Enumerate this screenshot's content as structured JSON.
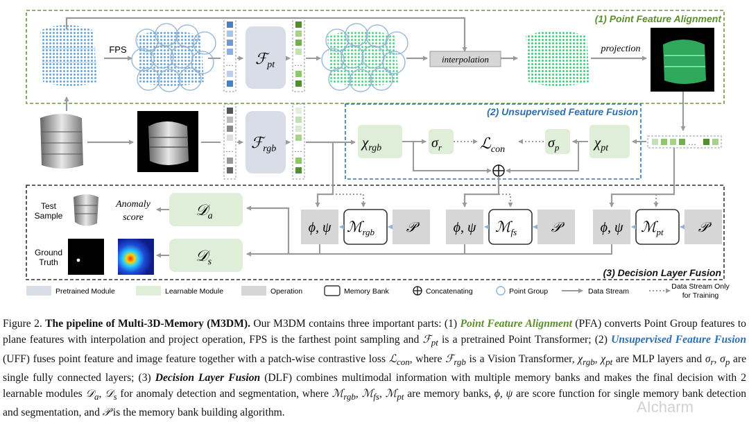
{
  "colors": {
    "pretrained": "#d9dde8",
    "learnable": "#dfeed8",
    "operation": "#d6d6d6",
    "pfa_border": "#6a9a3f",
    "uff_border": "#2e74b5",
    "dlf_border": "#333333",
    "point_blue": "#6fa8dc",
    "point_green": "#3ecf7a"
  },
  "pfa": {
    "title": "(1)  Point Feature Alignment",
    "fps_label": "FPS",
    "fpt": "ℱ",
    "fpt_sub": "pt",
    "interpolation": "interpolation",
    "projection": "projection"
  },
  "uff": {
    "title": "(2) Unsupervised Feature Fusion",
    "frgb": "ℱ",
    "frgb_sub": "rgb",
    "chi_rgb": "χ",
    "chi_rgb_sub": "rgb",
    "sigma_r": "σ",
    "sigma_r_sub": "r",
    "l_con": "ℒ",
    "l_con_sub": "con",
    "sigma_p": "σ",
    "sigma_p_sub": "p",
    "chi_pt": "χ",
    "chi_pt_sub": "pt",
    "oplus": "⊕"
  },
  "dlf": {
    "title": "(3) Decision Layer Fusion",
    "test_sample": "Test\nSample",
    "anomaly_score": "Anomaly\nscore",
    "ground_truth": "Ground\nTruth",
    "da": "𝒟",
    "da_sub": "a",
    "ds": "𝒟",
    "ds_sub": "s",
    "phi_psi": "ϕ, ψ",
    "m": "ℳ",
    "m_rgb_sub": "rgb",
    "m_fs_sub": "fs",
    "m_pt_sub": "pt",
    "p": "𝒫"
  },
  "legend": {
    "pretrained": "Pretrained Module",
    "learnable": "Learnable Module",
    "operation": "Operation",
    "memory_bank": "Memory Bank",
    "concatenating": "Concatenating",
    "point_group": "Point Group",
    "data_stream": "Data Stream",
    "data_stream_training_l1": "Data Stream Only",
    "data_stream_training_l2": "for Training"
  },
  "caption": {
    "fig": "Figure 2.",
    "title": "The pipeline of Multi-3D-Memory (M3DM).",
    "t1": " Our M3DM contains three important parts: (1) ",
    "pfa": "Point Feature Alignment",
    "t2": " (PFA) converts Point Group features to plane features with interpolation and project operation, FPS is the farthest point sampling and ",
    "fpt": "ℱ",
    "fpt_sub": "pt",
    "t3": " is a pretrained Point Transformer; (2) ",
    "uff": "Unsupervised Feature Fusion",
    "t4": " (UFF) fuses point feature and image feature together with a patch-wise contrastive loss ",
    "lcon": "ℒ",
    "lcon_sub": "con",
    "t5": ", where ",
    "frgb": "ℱ",
    "frgb_sub": "rgb",
    "t6": " is a Vision Transformer, ",
    "chi": "χ",
    "chi_rgb_sub": "rgb",
    "chi_pt_sub": "pt",
    "t7": " are MLP layers and ",
    "sigma": "σ",
    "sigma_r_sub": "r",
    "sigma_p_sub": "p",
    "t8": " are single fully connected layers; (3) ",
    "dlf": "Decision Layer Fusion",
    "t9": " (DLF) combines multimodal information with multiple memory banks and makes the final decision with 2 learnable modules ",
    "d": "𝒟",
    "da_sub": "a",
    "ds_sub": "s",
    "t10": " for anomaly detection and segmentation, where ",
    "m": "ℳ",
    "m_rgb_sub": "rgb",
    "m_fs_sub": "fs",
    "m_pt_sub": "pt",
    "t11": " are memory banks, ",
    "phipsi": "ϕ, ψ",
    "t12": " are score function for single memory bank detection and segmentation, and ",
    "p": "𝒫",
    "t13": " is the memory bank building algorithm."
  },
  "watermark": "AIcharm"
}
